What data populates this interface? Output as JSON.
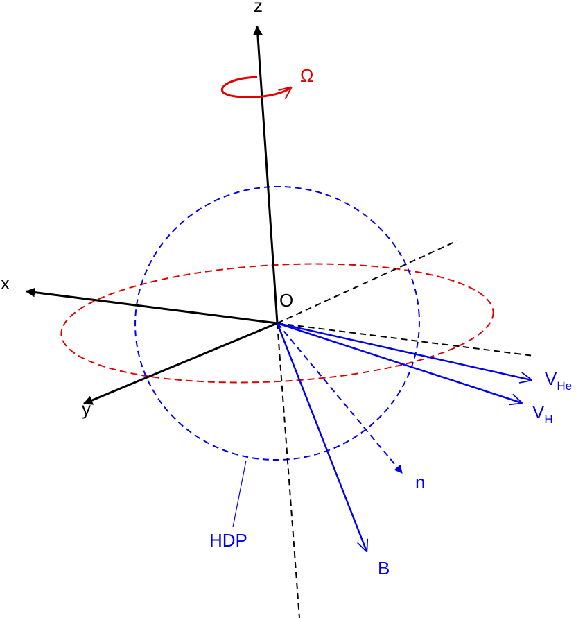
{
  "diagram": {
    "axes": {
      "x": "x",
      "y": "y",
      "z": "z"
    },
    "origin": "O",
    "rotation": {
      "symbol": "Ω"
    },
    "vectors": {
      "v_he": {
        "main": "V",
        "sub": "He"
      },
      "v_h": {
        "main": "V",
        "sub": "H"
      },
      "n": "n",
      "b": "B"
    },
    "plane": "HDP",
    "colors": {
      "axes": "#000000",
      "rotation": "#e00000",
      "equator": "#e00000",
      "vectors": "#0000ee",
      "hdp": "#0000ee"
    }
  }
}
